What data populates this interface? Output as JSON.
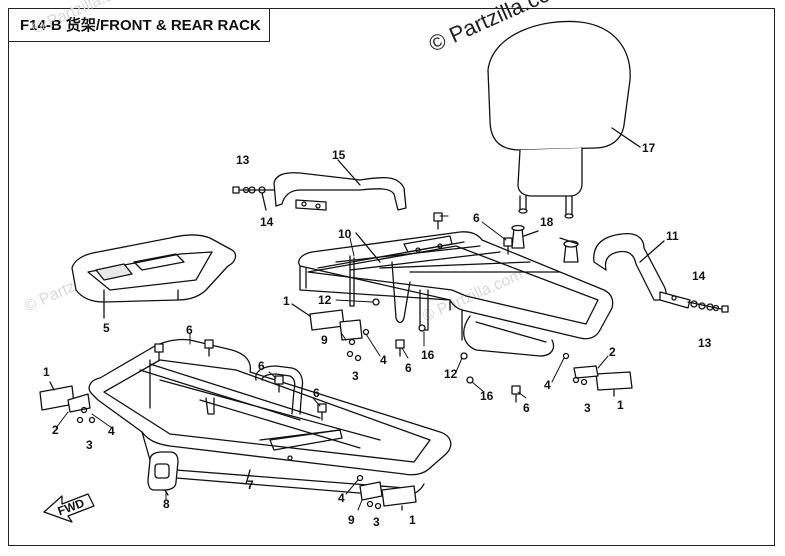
{
  "title": "F14-B 货架/FRONT & REAR RACK",
  "watermark": "© Partzilla.com",
  "fwd_label": "FWD",
  "callouts": [
    {
      "id": "c1a",
      "label": "1"
    },
    {
      "id": "c1b",
      "label": "1"
    },
    {
      "id": "c1c",
      "label": "1"
    },
    {
      "id": "c1d",
      "label": "1"
    },
    {
      "id": "c2a",
      "label": "2"
    },
    {
      "id": "c2b",
      "label": "2"
    },
    {
      "id": "c3a",
      "label": "3"
    },
    {
      "id": "c3b",
      "label": "3"
    },
    {
      "id": "c3c",
      "label": "3"
    },
    {
      "id": "c3d",
      "label": "3"
    },
    {
      "id": "c4a",
      "label": "4"
    },
    {
      "id": "c4b",
      "label": "4"
    },
    {
      "id": "c4c",
      "label": "4"
    },
    {
      "id": "c4d",
      "label": "4"
    },
    {
      "id": "c5",
      "label": "5"
    },
    {
      "id": "c6a",
      "label": "6"
    },
    {
      "id": "c6b",
      "label": "6"
    },
    {
      "id": "c6c",
      "label": "6"
    },
    {
      "id": "c6d",
      "label": "6"
    },
    {
      "id": "c6e",
      "label": "6"
    },
    {
      "id": "c6f",
      "label": "6"
    },
    {
      "id": "c7",
      "label": "7"
    },
    {
      "id": "c8",
      "label": "8"
    },
    {
      "id": "c9a",
      "label": "9"
    },
    {
      "id": "c9b",
      "label": "9"
    },
    {
      "id": "c10",
      "label": "10"
    },
    {
      "id": "c11",
      "label": "11"
    },
    {
      "id": "c12a",
      "label": "12"
    },
    {
      "id": "c12b",
      "label": "12"
    },
    {
      "id": "c13a",
      "label": "13"
    },
    {
      "id": "c13b",
      "label": "13"
    },
    {
      "id": "c14a",
      "label": "14"
    },
    {
      "id": "c14b",
      "label": "14"
    },
    {
      "id": "c15",
      "label": "15"
    },
    {
      "id": "c16a",
      "label": "16"
    },
    {
      "id": "c16b",
      "label": "16"
    },
    {
      "id": "c17",
      "label": "17"
    },
    {
      "id": "c18",
      "label": "18"
    }
  ]
}
